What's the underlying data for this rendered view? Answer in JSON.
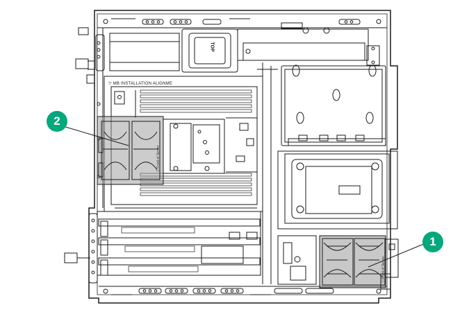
{
  "labels": {
    "mb_installation": "▽ MB INSTALLATION ALIGNME",
    "top_marker": "TOP",
    "fan_marking": "▽ Front of Server"
  },
  "callouts": [
    {
      "number": "1",
      "target": "front-fan-cage"
    },
    {
      "number": "2",
      "target": "processor-fan-cage"
    }
  ],
  "colors": {
    "callout": "#03a87c",
    "line": "#1a1a1a",
    "highlight": "#9a9a9a",
    "background": "#ffffff"
  }
}
